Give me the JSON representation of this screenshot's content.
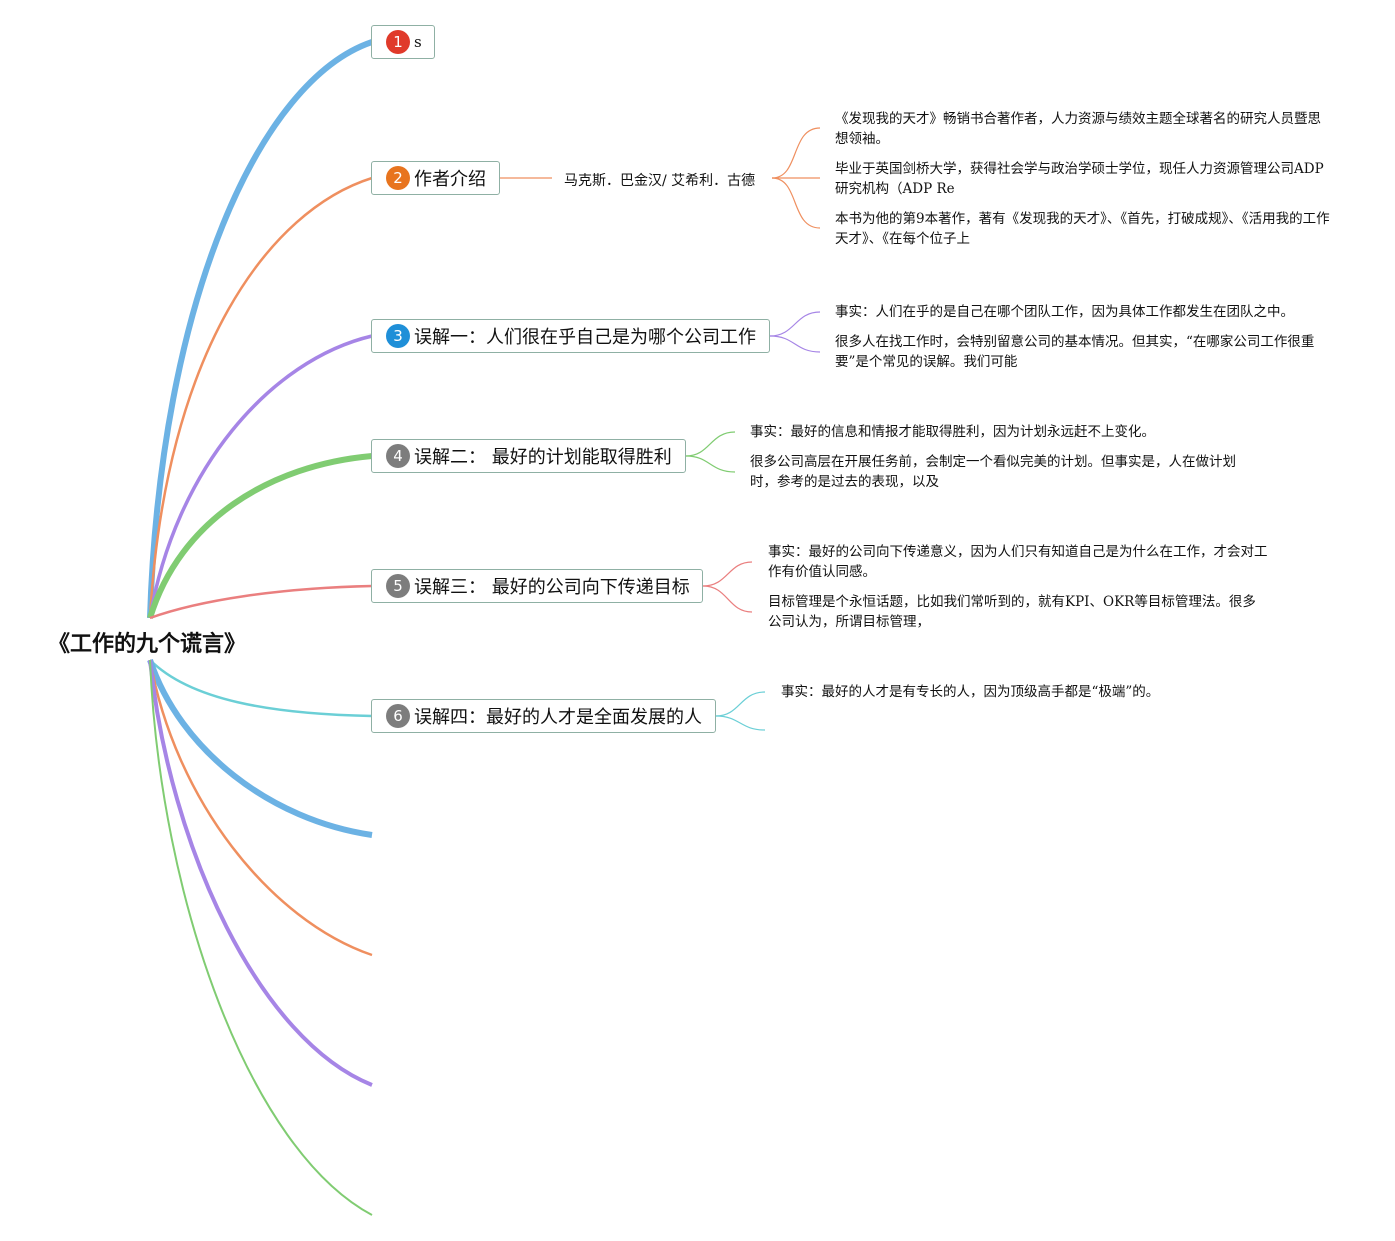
{
  "root": {
    "title": "《工作的九个谎言》"
  },
  "branch_colors": [
    "#6cb2e4",
    "#ef8f5f",
    "#a685e6",
    "#80cc72",
    "#ea7f7f",
    "#6bcfd6",
    "#6cb2e4",
    "#ef8f5f",
    "#a685e6",
    "#80cc72"
  ],
  "topics": [
    {
      "number": "1",
      "label": "s",
      "badge_color": "#e03a2a"
    },
    {
      "number": "2",
      "label": "作者介绍",
      "badge_color": "#e8741e"
    },
    {
      "number": "3",
      "label": "误解一：人们很在乎自己是为哪个公司工作",
      "badge_color": "#1f8fd8"
    },
    {
      "number": "4",
      "label": "误解二： 最好的计划能取得胜利",
      "badge_color": "#7d7d7d"
    },
    {
      "number": "5",
      "label": "误解三： 最好的公司向下传递目标",
      "badge_color": "#7d7d7d"
    },
    {
      "number": "6",
      "label": "误解四：最好的人才是全面发展的人",
      "badge_color": "#7d7d7d"
    }
  ],
  "author": {
    "name": "马克斯．巴金汉/ 艾希利．古德",
    "notes": [
      "《发现我的天才》畅销书合著作者，人力资源与绩效主题全球著名的研究人员暨思想领袖。",
      "毕业于英国剑桥大学，获得社会学与政治学硕士学位，现任人力资源管理公司ADP 研究机构（ADP Re",
      "本书为他的第9本著作，著有《发现我的天才》、《首先，打破成规》、《活用我的工作天才》、《在每个位子上"
    ]
  },
  "myth1": {
    "notes": [
      "事实：人们在乎的是自己在哪个团队工作，因为具体工作都发生在团队之中。",
      "很多人在找工作时，会特别留意公司的基本情况。但其实，“在哪家公司工作很重要”是个常见的误解。我们可能"
    ]
  },
  "myth2": {
    "notes": [
      "事实：最好的信息和情报才能取得胜利，因为计划永远赶不上变化。",
      "很多公司高层在开展任务前，会制定一个看似完美的计划。但事实是，人在做计划时，参考的是过去的表现，以及"
    ]
  },
  "myth3": {
    "notes": [
      "事实：最好的公司向下传递意义，因为人们只有知道自己是为什么在工作，才会对工作有价值认同感。",
      "目标管理是个永恒话题，比如我们常听到的，就有KPI、OKR等目标管理法。很多公司认为，所谓目标管理，"
    ]
  },
  "myth4": {
    "notes": [
      "事实：最好的人才是有专长的人，因为顶级高手都是“极端”的。"
    ]
  }
}
